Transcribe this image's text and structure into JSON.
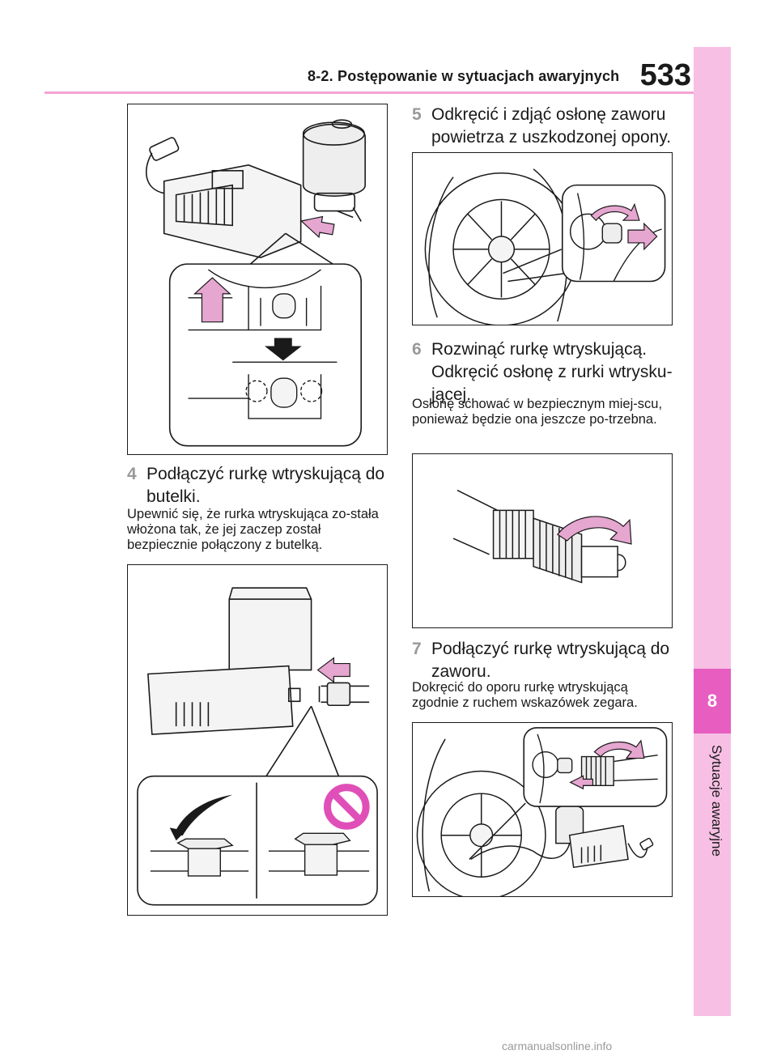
{
  "header": {
    "section_title": "8-2. Postępowanie w sytuacjach awaryjnych",
    "page_number": "533",
    "accent_color": "#f5a3d6"
  },
  "side_tab": {
    "chapter_number": "8",
    "chapter_label": "Sytuacje awaryjne",
    "tab_color": "#f7bfe4",
    "chapter_box_color": "#e75ec0"
  },
  "steps": [
    {
      "number": "4",
      "title": "Podłączyć rurkę wtryskującą do butelki.",
      "note": "Upewnić się, że rurka wtryskująca zo-stała włożona tak, że jej zaczep został bezpiecznie połączony z butelką."
    },
    {
      "number": "5",
      "title": "Odkręcić i zdjąć osłonę zaworu powietrza z uszkodzonej opony.",
      "note": ""
    },
    {
      "number": "6",
      "title": "Rozwinąć rurkę wtryskującą. Odkręcić osłonę z rurki wtrysku-jącej.",
      "note": "Osłonę schować w bezpiecznym miej-scu, ponieważ będzie ona jeszcze po-trzebna."
    },
    {
      "number": "7",
      "title": "Podłączyć rurkę wtryskującą do zaworu.",
      "note": "Dokręcić do oporu rurkę wtryskującą zgodnie z ruchem wskazówek zegara."
    }
  ],
  "figures": {
    "arrow_color": "#e5a6d0",
    "prohibition_color": "#e04fb8"
  },
  "watermark": "carmanualsonline.info"
}
